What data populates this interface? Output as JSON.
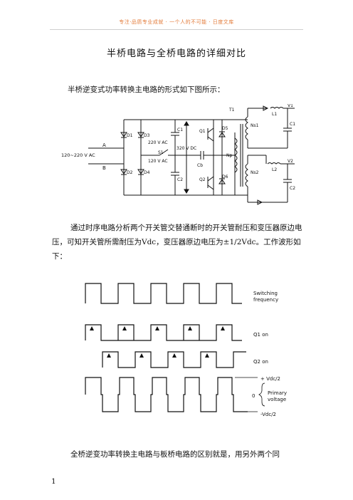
{
  "header": {
    "watermark": "专注·品质专业成就 · 一个人的不可能 · 日度文库"
  },
  "document": {
    "title": "半桥电路与全桥电路的详细对比",
    "para1": "半桥逆变式功率转换主电路的形式如下图所示：",
    "para2": "通过时序电路分析两个开关管交替通断时的开关管耐压和变压器原边电压，可知开关管所需耐压为Vdc，变压器原边电压为±1/2Vdc。工作波形如下：",
    "para3": "全桥逆变功率转换主电路与板桥电路的区别就是，用另外两个同",
    "page_number": "1"
  },
  "circuit": {
    "input": "120~220 V AC",
    "node_a": "A",
    "node_b": "B",
    "d1": "D1",
    "d2": "D2",
    "d3": "D3",
    "d4": "D4",
    "c1": "C1",
    "c2": "C2",
    "v220": "220 V AC",
    "s1": "S1",
    "v120": "120 V AC",
    "vdc": "320 V DC",
    "cb": "Cb",
    "q1": "Q1",
    "q2": "Q2",
    "d5": "D5",
    "d6": "D6",
    "t1": "T1",
    "np": "Np",
    "ns1": "Ns1",
    "ns2": "Ns2",
    "l1": "L1",
    "l2": "L2",
    "oc1": "C1",
    "oc2": "C2",
    "v1": "V1",
    "v2": "V2"
  },
  "waveforms": {
    "switching": "Switching",
    "frequency": "frequency",
    "q1": "Q1 on",
    "q2": "Q2 on",
    "plus": "+ Vdc/2",
    "zero": "0",
    "primary": "Primary",
    "voltage": "voltage",
    "minus": "-Vdc/2"
  }
}
